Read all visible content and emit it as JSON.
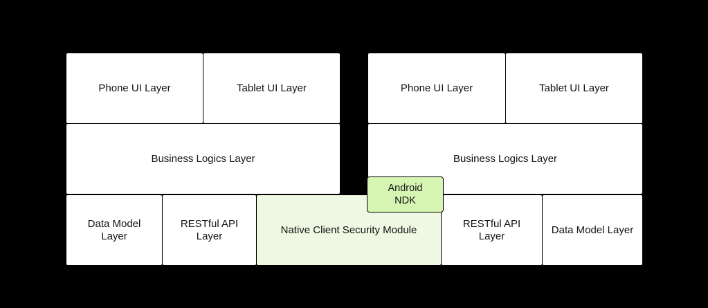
{
  "left_stack": {
    "phone_ui": "Phone UI Layer",
    "tablet_ui": "Tablet UI Layer",
    "business_logics": "Business Logics Layer",
    "data_model": "Data Model\nLayer",
    "restful_api": "RESTful API\nLayer"
  },
  "native_module": "Native Client Security Module",
  "android_ndk": "Android\nNDK",
  "right_stack": {
    "phone_ui": "Phone UI Layer",
    "tablet_ui": "Tablet UI Layer",
    "business_logics": "Business Logics Layer",
    "restful_api": "RESTful API\nLayer",
    "data_model": "Data Model Layer"
  },
  "colors": {
    "background": "#000000",
    "box_fill": "#ffffff",
    "native_module_fill": "#eef8e2",
    "ndk_fill": "#d6f5b3"
  }
}
